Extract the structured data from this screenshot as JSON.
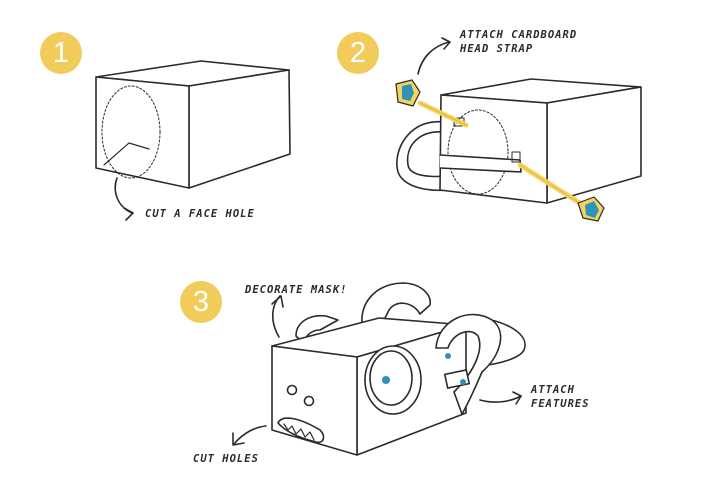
{
  "colors": {
    "badge": "#F2CC5A",
    "ink": "#2B2B2B",
    "teal": "#2E93B8",
    "yellow": "#F4D35E",
    "yellow_stroke": "#E0B53C"
  },
  "steps": [
    {
      "number": "1",
      "caption_lines": [
        "CUT A FACE HOLE"
      ]
    },
    {
      "number": "2",
      "caption_lines": [
        "ATTACH CARDBOARD",
        "HEAD STRAP"
      ]
    },
    {
      "number": "3",
      "caption_lines": [
        "DECORATE MASK!",
        "ATTACH",
        "FEATURES",
        "CUT HOLES"
      ]
    }
  ]
}
